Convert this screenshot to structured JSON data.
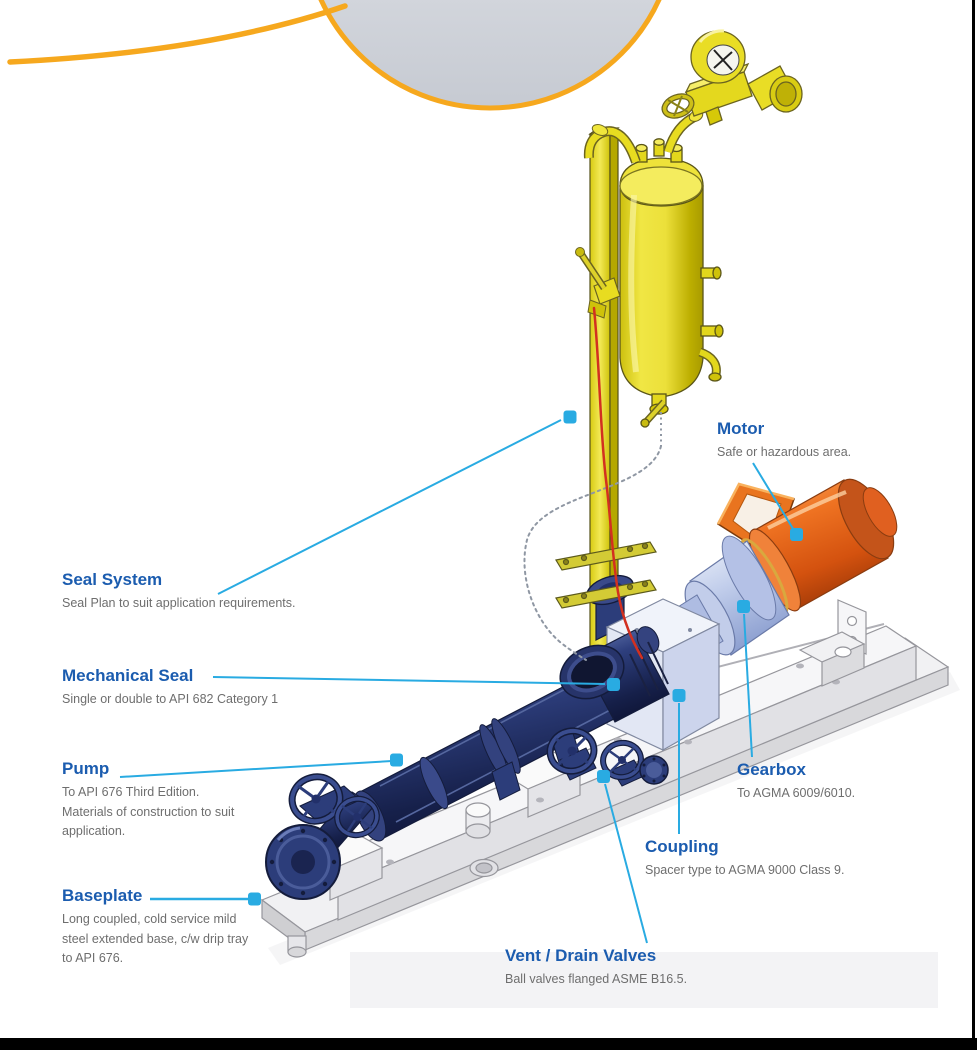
{
  "callouts": {
    "seal_system": {
      "label": "Seal System",
      "description": "Seal Plan to suit application requirements."
    },
    "mechanical_seal": {
      "label": "Mechanical Seal",
      "description": "Single or double to API 682 Category 1"
    },
    "pump": {
      "label": "Pump",
      "description": "To API 676 Third Edition. Materials of construction to suit application."
    },
    "baseplate": {
      "label": "Baseplate",
      "description": "Long coupled, cold service mild steel extended base, c/w drip tray to API 676."
    },
    "vent_drain_valves": {
      "label": "Vent / Drain Valves",
      "description": "Ball valves flanged ASME B16.5."
    },
    "coupling": {
      "label": "Coupling",
      "description": "Spacer type to AGMA 9000 Class 9."
    },
    "gearbox": {
      "label": "Gearbox",
      "description": "To AGMA 6009/6010."
    },
    "motor": {
      "label": "Motor",
      "description": "Safe or hazardous area."
    }
  },
  "colors": {
    "heading_blue": "#1b5caf",
    "description_gray": "#6e6e6e",
    "leader_blue": "#29abe2",
    "swoosh_orange": "#f6a81e",
    "vessel_yellow": "#ece032",
    "pump_navy": "#2c3d7a",
    "motor_orange": "#ea6a1a",
    "gearbox_blue": "#c3cfec",
    "tubing_red": "#d23020",
    "baseplate_gray": "#ededef",
    "frame_black": "#000000"
  }
}
